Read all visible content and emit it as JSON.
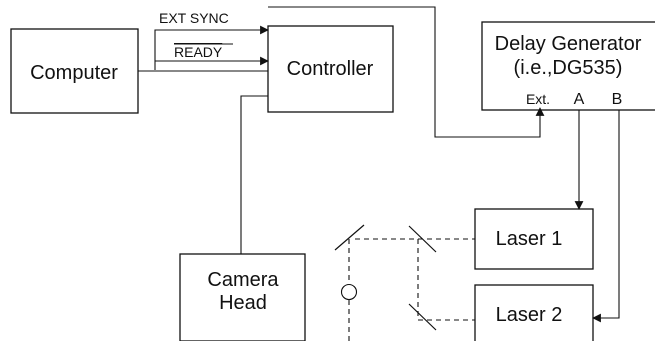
{
  "blocks": {
    "computer": "Computer",
    "controller": "Controller",
    "delay_generator_line1": "Delay Generator",
    "delay_generator_line2": "(i.e.,DG535)",
    "camera_head_line1": "Camera",
    "camera_head_line2": "Head",
    "laser1": "Laser 1",
    "laser2": "Laser 2"
  },
  "signals": {
    "ext_sync": "EXT SYNC",
    "ready": "READY"
  },
  "ports": {
    "ext": "Ext.",
    "a": "A",
    "b": "B"
  }
}
